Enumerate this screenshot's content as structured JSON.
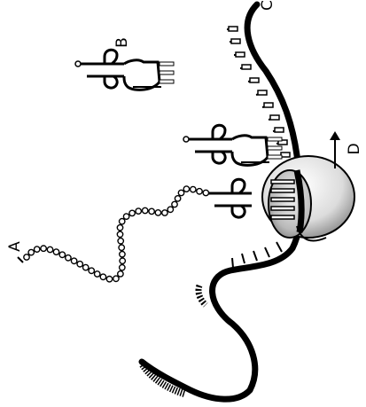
{
  "figure": {
    "labels": {
      "a": "A",
      "b": "B",
      "c": "C",
      "d": "D"
    },
    "colors": {
      "ink": "#000000",
      "background": "#ffffff",
      "ribosome_light": "#ffffff",
      "ribosome_dark": "#7a7a7a"
    }
  }
}
